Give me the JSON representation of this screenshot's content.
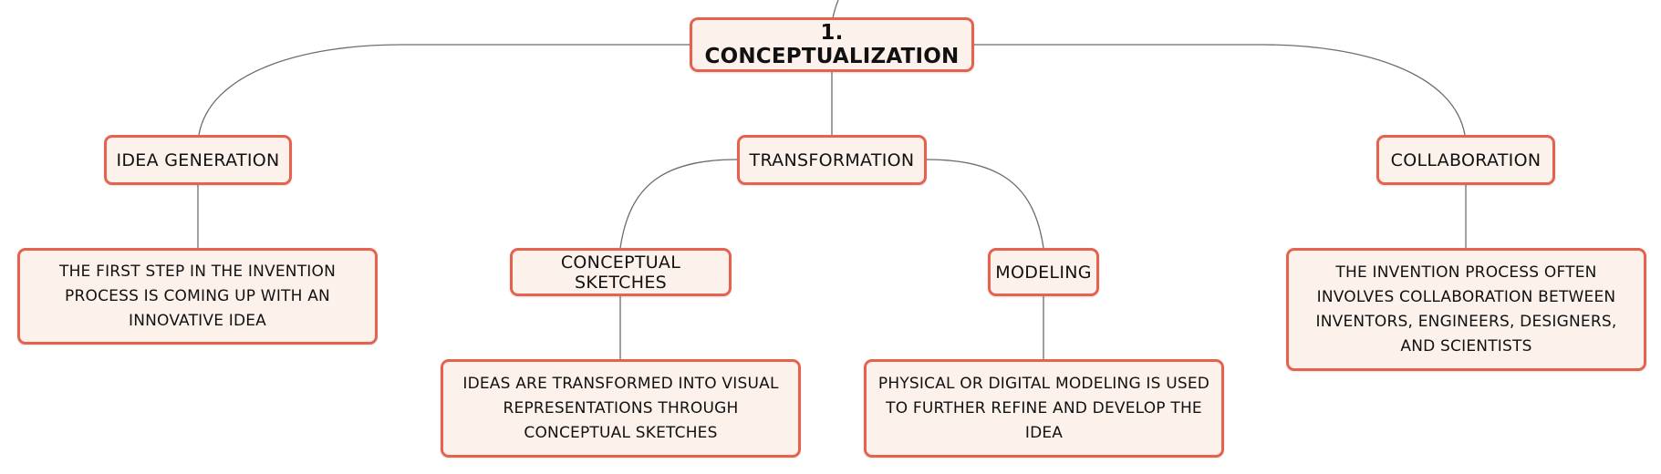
{
  "colors": {
    "node_border": "#e5624f",
    "node_fill": "#fdf1ec",
    "connector": "#6e6e6e",
    "text": "#111111"
  },
  "root": {
    "label": "1. CONCEPTUALIZATION"
  },
  "branches": {
    "idea_generation": {
      "label": "IDEA GENERATION",
      "detail": "THE FIRST STEP IN THE INVENTION PROCESS IS COMING UP WITH AN INNOVATIVE IDEA"
    },
    "transformation": {
      "label": "TRANSFORMATION",
      "children": {
        "conceptual_sketches": {
          "label": "CONCEPTUAL SKETCHES",
          "detail": "IDEAS ARE TRANSFORMED INTO VISUAL REPRESENTATIONS THROUGH CONCEPTUAL SKETCHES"
        },
        "modeling": {
          "label": "MODELING",
          "detail": "PHYSICAL OR DIGITAL MODELING IS USED TO FURTHER REFINE AND DEVELOP THE IDEA"
        }
      }
    },
    "collaboration": {
      "label": "COLLABORATION",
      "detail": "THE INVENTION PROCESS OFTEN INVOLVES COLLABORATION BETWEEN INVENTORS, ENGINEERS, DESIGNERS, AND SCIENTISTS"
    }
  }
}
